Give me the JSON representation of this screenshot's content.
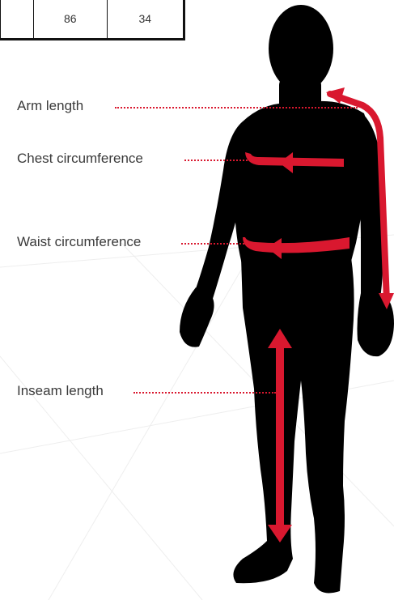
{
  "size_table": {
    "row": [
      "",
      "86",
      "34"
    ]
  },
  "measurements": [
    {
      "label": "Arm length"
    },
    {
      "label": "Chest circumference"
    },
    {
      "label": "Waist circumference"
    },
    {
      "label": "Inseam length"
    }
  ],
  "colors": {
    "accent": "#d9182f",
    "silhouette": "#000000",
    "label_text": "#3a3a3a"
  }
}
